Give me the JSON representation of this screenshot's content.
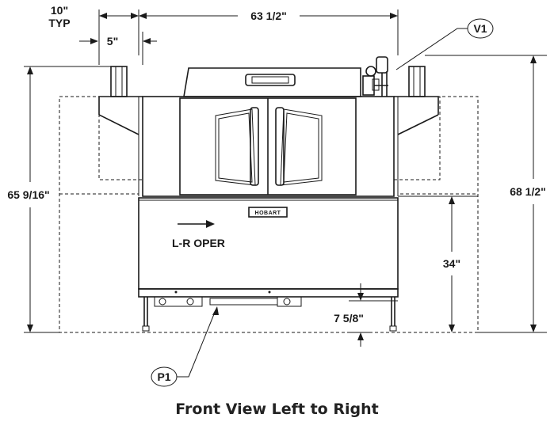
{
  "dimensions": {
    "ten_inch": "10\"",
    "typ": "TYP",
    "five_inch": "5\"",
    "overall_width": "63 1/2\"",
    "left_height": "65 9/16\"",
    "right_height": "68 1/2\"",
    "table_height": "34\"",
    "leg_clearance": "7 5/8\""
  },
  "callouts": {
    "v1": "V1",
    "p1": "P1"
  },
  "labels": {
    "operation": "L-R OPER",
    "brand": "HOBART"
  },
  "caption": "Front View Left to Right"
}
